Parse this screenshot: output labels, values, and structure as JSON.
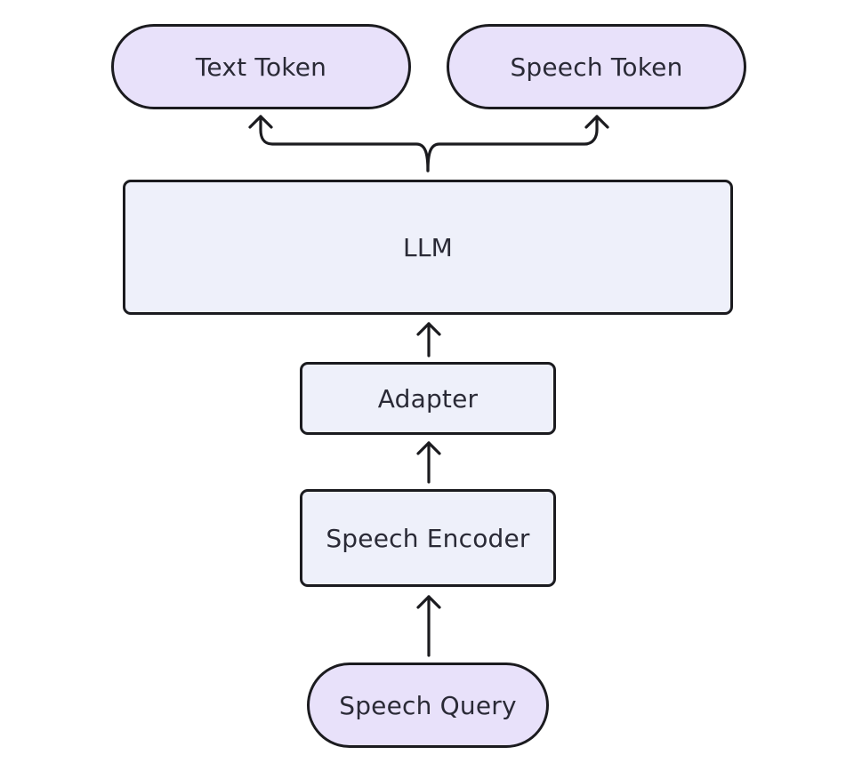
{
  "diagram": {
    "nodes": {
      "text_token": {
        "label": "Text Token",
        "shape": "pill"
      },
      "speech_token": {
        "label": "Speech Token",
        "shape": "pill"
      },
      "llm": {
        "label": "LLM",
        "shape": "box"
      },
      "adapter": {
        "label": "Adapter",
        "shape": "box"
      },
      "speech_encoder": {
        "label": "Speech Encoder",
        "shape": "box"
      },
      "speech_query": {
        "label": "Speech Query",
        "shape": "pill"
      }
    },
    "edges": [
      {
        "from": "speech_query",
        "to": "speech_encoder"
      },
      {
        "from": "speech_encoder",
        "to": "adapter"
      },
      {
        "from": "adapter",
        "to": "llm"
      },
      {
        "from": "llm",
        "to": "text_token"
      },
      {
        "from": "llm",
        "to": "speech_token"
      }
    ],
    "colors": {
      "pill_fill": "#e8e1fa",
      "box_fill": "#eef0fa",
      "stroke": "#1b1b1f",
      "text": "#2a2a36"
    }
  }
}
